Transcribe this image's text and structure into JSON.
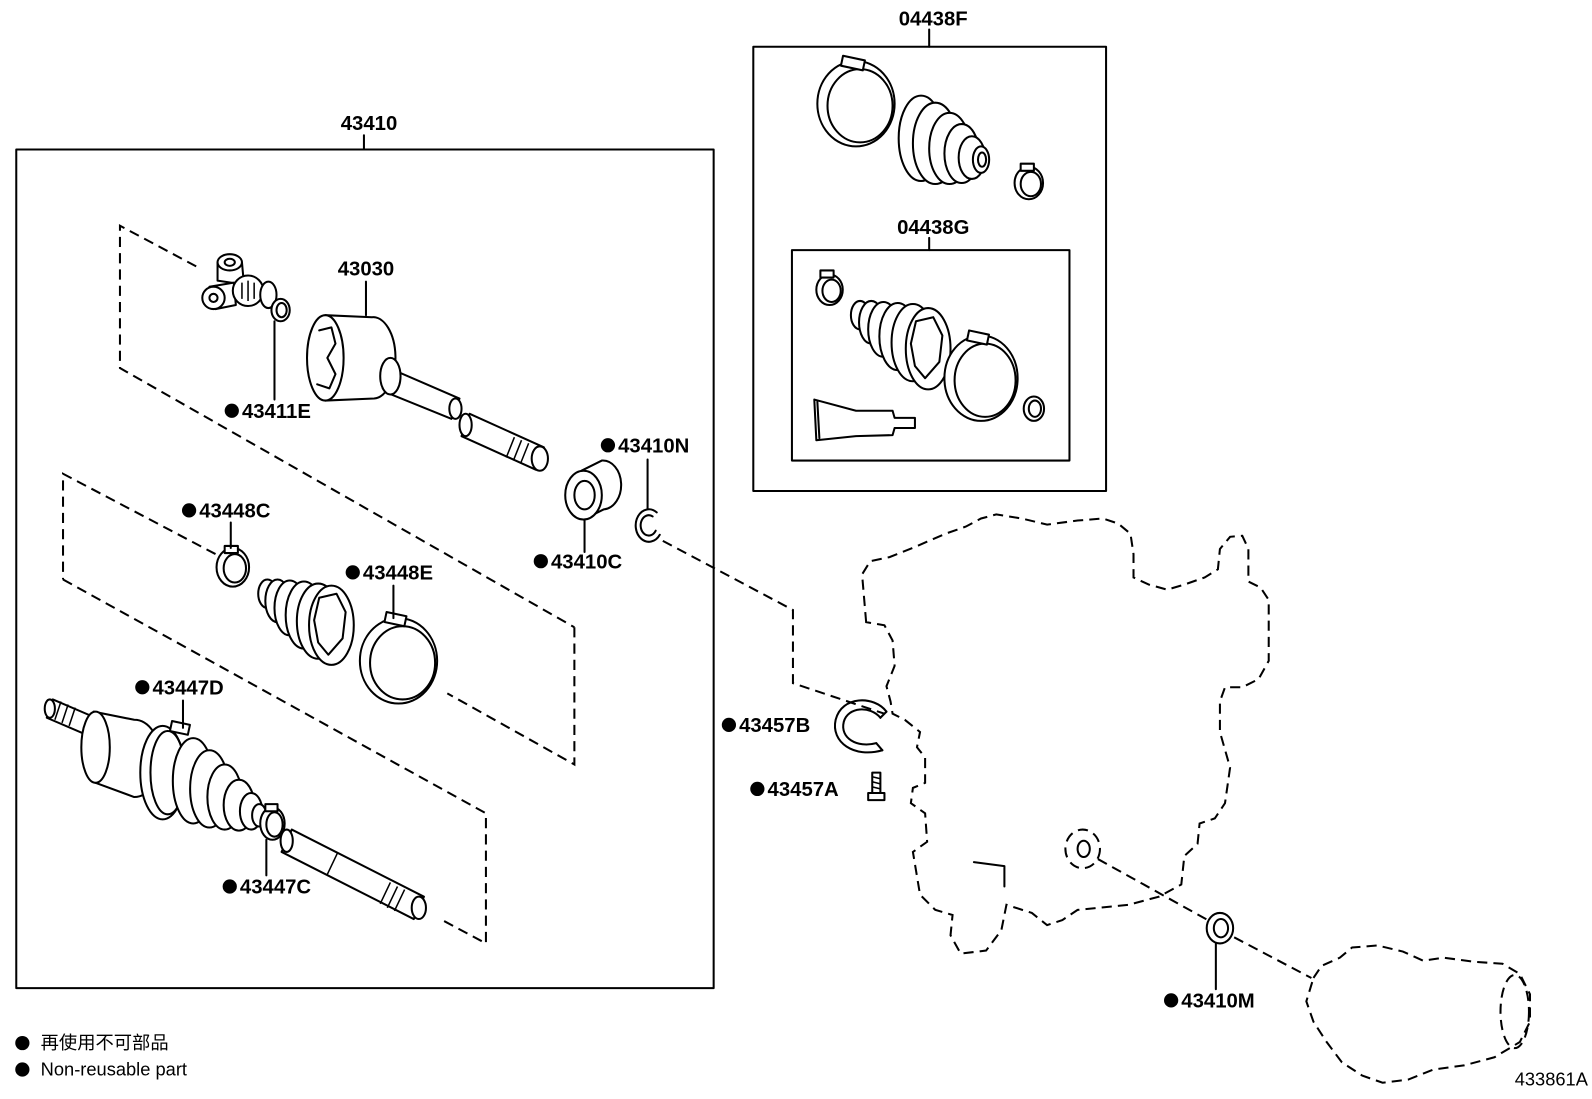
{
  "callouts": [
    {
      "code": "04438F",
      "non_reusable": false
    },
    {
      "code": "43410",
      "non_reusable": false
    },
    {
      "code": "04438G",
      "non_reusable": false
    },
    {
      "code": "43030",
      "non_reusable": false
    },
    {
      "code": "43411E",
      "non_reusable": true
    },
    {
      "code": "43410N",
      "non_reusable": true
    },
    {
      "code": "43448C",
      "non_reusable": true
    },
    {
      "code": "43410C",
      "non_reusable": true
    },
    {
      "code": "43448E",
      "non_reusable": true
    },
    {
      "code": "43447D",
      "non_reusable": true
    },
    {
      "code": "43457B",
      "non_reusable": true
    },
    {
      "code": "43457A",
      "non_reusable": true
    },
    {
      "code": "43447C",
      "non_reusable": true
    },
    {
      "code": "43410M",
      "non_reusable": true
    }
  ],
  "legend": {
    "items": [
      "再使用不可部品",
      "Non-reusable part"
    ]
  },
  "illustration_number": "433861A",
  "colors": {
    "line": "#000000",
    "background": "#ffffff"
  }
}
